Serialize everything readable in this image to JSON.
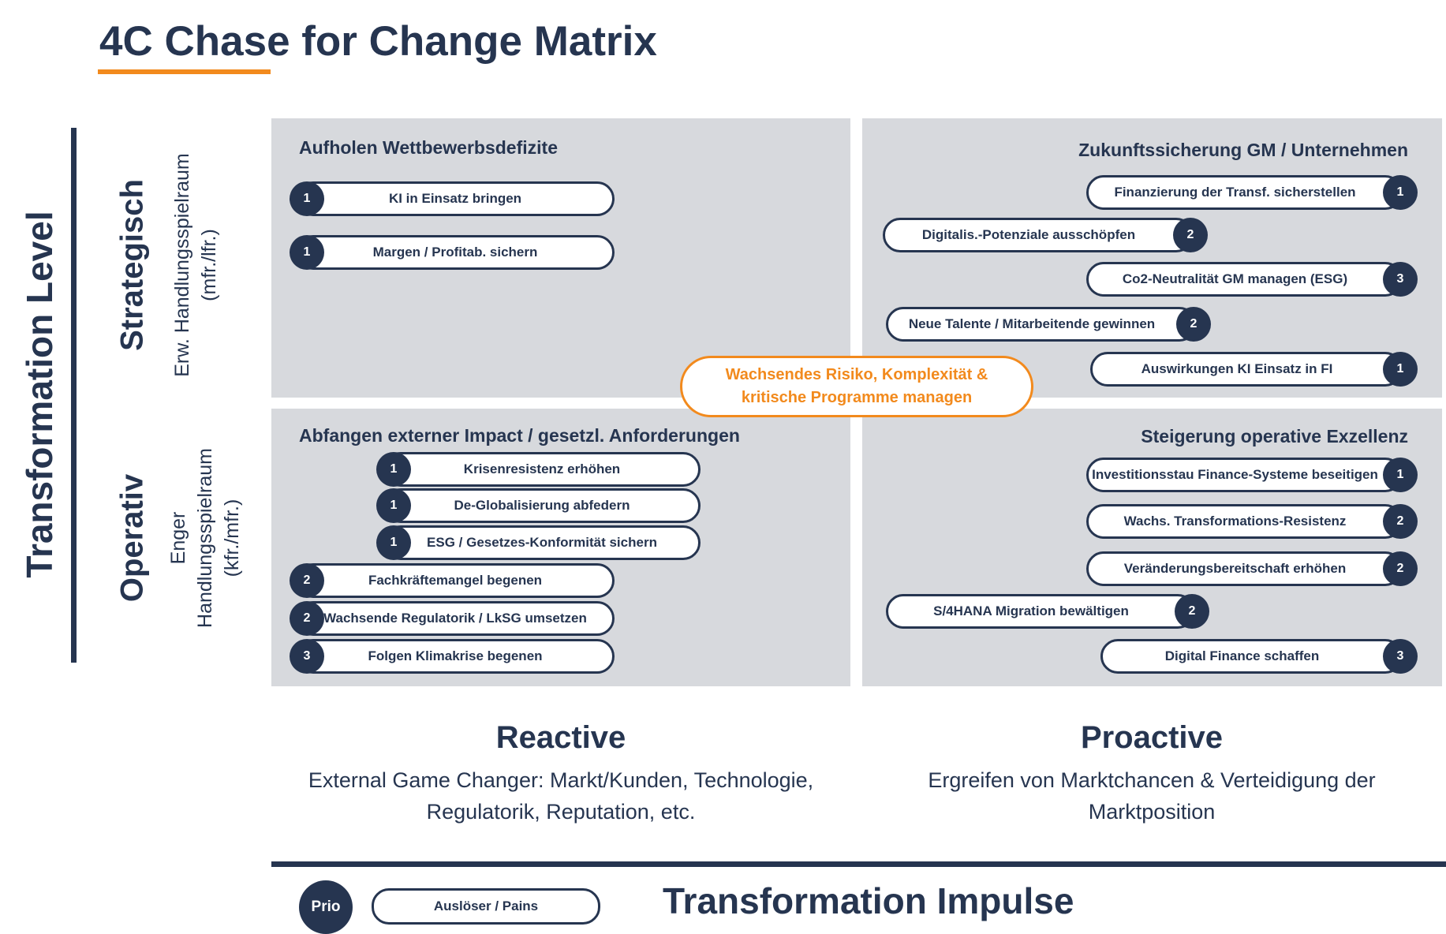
{
  "title": "4C Chase for Change Matrix",
  "colors": {
    "navy": "#263550",
    "orange": "#f28a1d",
    "quadrant_bg": "#d7d9dd",
    "white": "#ffffff"
  },
  "y_axis": {
    "title": "Transformation Level",
    "levels": [
      {
        "label": "Strategisch",
        "sub_lines": [
          "Erw. Handlungsspielraum",
          "(mfr./lfr.)"
        ]
      },
      {
        "label": "Operativ",
        "sub_lines": [
          "Enger",
          "Handlungsspielraum",
          "(kfr./mfr.)"
        ]
      }
    ]
  },
  "quadrants": {
    "top_left": {
      "title": "Aufholen Wettbewerbsdefizite",
      "items": [
        {
          "label": "KI in Einsatz bringen",
          "prio": "1"
        },
        {
          "label": "Margen / Profitab. sichern",
          "prio": "1"
        }
      ]
    },
    "top_right": {
      "title": "Zukunftssicherung GM / Unternehmen",
      "items": [
        {
          "label": "Finanzierung der Transf. sicherstellen",
          "prio": "1"
        },
        {
          "label": "Digitalis.-Potenziale ausschöpfen",
          "prio": "2"
        },
        {
          "label": "Co2-Neutralität GM managen (ESG)",
          "prio": "3"
        },
        {
          "label": "Neue Talente / Mitarbeitende gewinnen",
          "prio": "2"
        },
        {
          "label": "Auswirkungen KI Einsatz in FI",
          "prio": "1"
        }
      ]
    },
    "bottom_left": {
      "title": "Abfangen externer Impact / gesetzl. Anforderungen",
      "items": [
        {
          "label": "Krisenresistenz erhöhen",
          "prio": "1"
        },
        {
          "label": "De-Globalisierung abfedern",
          "prio": "1"
        },
        {
          "label": "ESG / Gesetzes-Konformität sichern",
          "prio": "1"
        },
        {
          "label": "Fachkräftemangel begenen",
          "prio": "2"
        },
        {
          "label": "Wachsende Regulatorik / LkSG umsetzen",
          "prio": "2"
        },
        {
          "label": "Folgen Klimakrise begenen",
          "prio": "3"
        }
      ]
    },
    "bottom_right": {
      "title": "Steigerung operative Exzellenz",
      "items": [
        {
          "label": "Investitionsstau Finance-Systeme beseitigen",
          "prio": "1"
        },
        {
          "label": "Wachs. Transformations-Resistenz",
          "prio": "2"
        },
        {
          "label": "Veränderungsbereitschaft erhöhen",
          "prio": "2"
        },
        {
          "label": "S/4HANA Migration bewältigen",
          "prio": "2"
        },
        {
          "label": "Digital Finance schaffen",
          "prio": "3"
        }
      ]
    }
  },
  "center_callout": {
    "line1": "Wachsendes Risiko, Komplexität &",
    "line2": "kritische Programme managen"
  },
  "columns": {
    "reactive": {
      "title": "Reactive",
      "desc_lines": [
        "External Game Changer: Markt/Kunden, Technologie,",
        "Regulatorik, Reputation, etc."
      ]
    },
    "proactive": {
      "title": "Proactive",
      "desc_lines": [
        "Ergreifen von Marktchancen & Verteidigung der",
        "Marktposition"
      ]
    }
  },
  "x_axis": {
    "title": "Transformation Impulse"
  },
  "legend": {
    "prio_label": "Prio",
    "pill_label": "Auslöser / Pains"
  }
}
